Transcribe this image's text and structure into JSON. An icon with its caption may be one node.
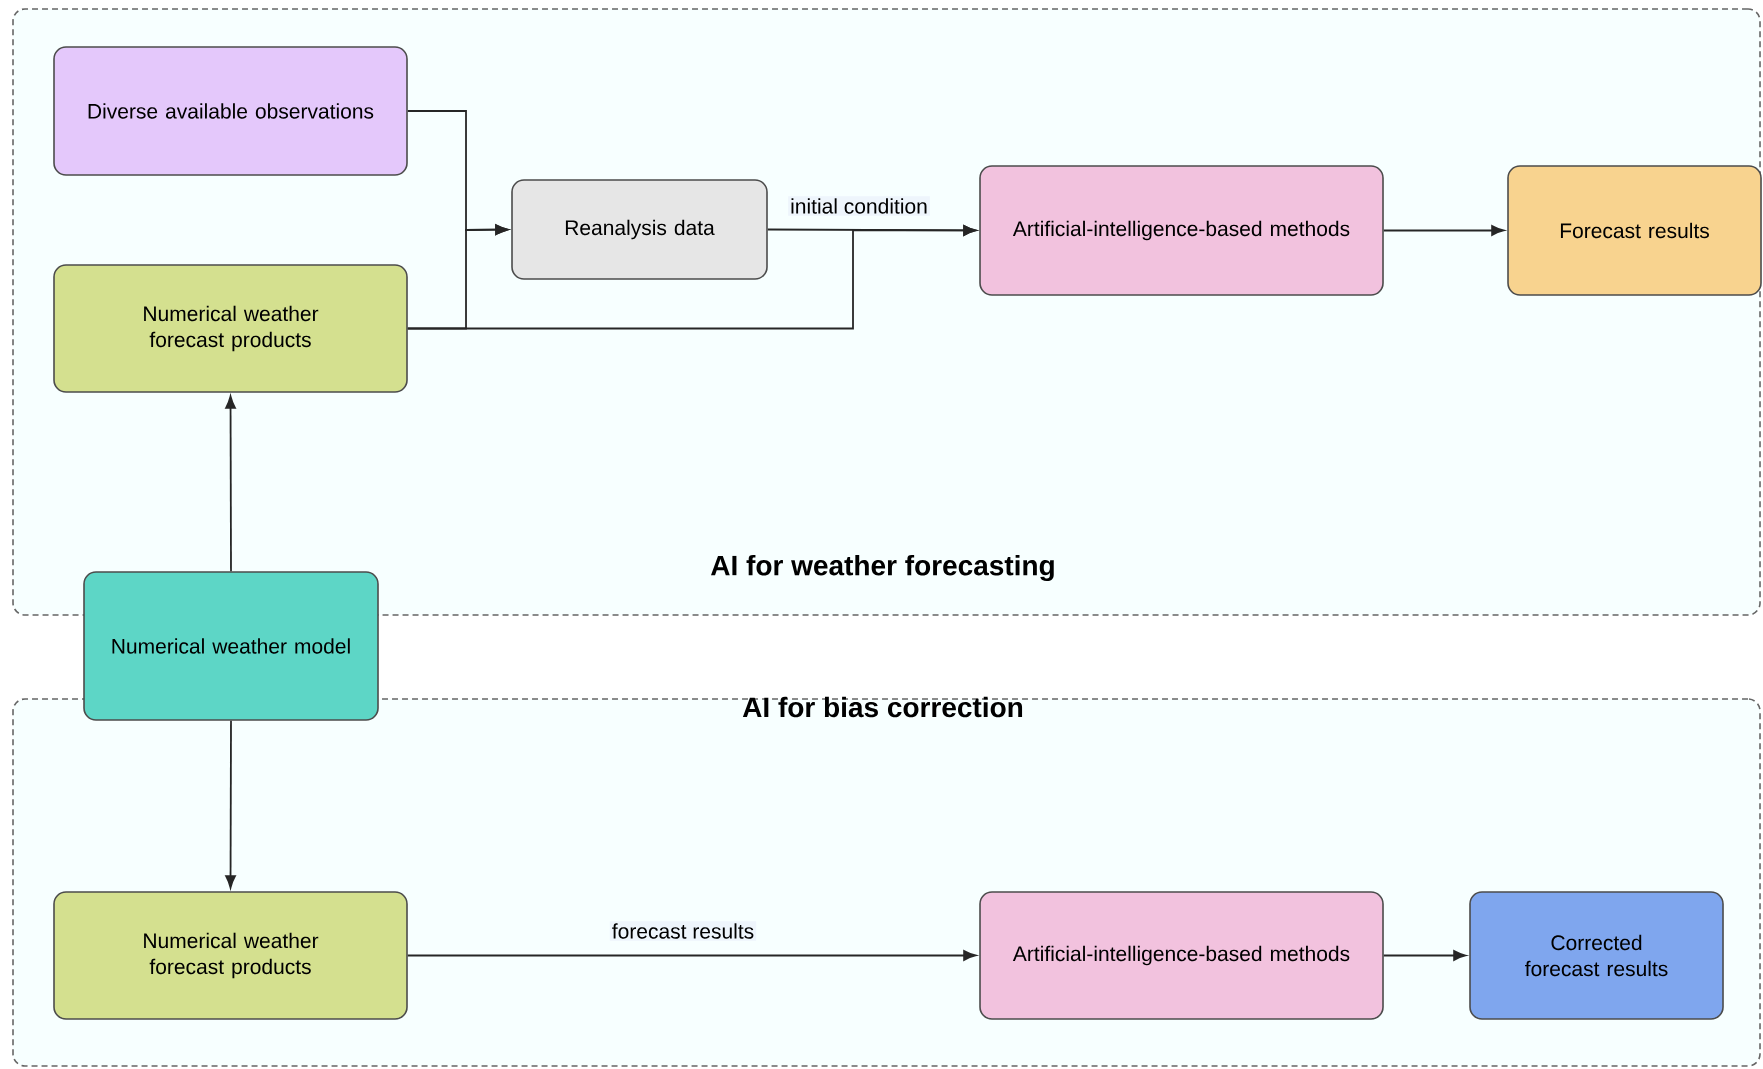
{
  "diagram": {
    "nodes": [
      {
        "text": [
          "AI for weather forecasting"
        ]
      },
      {
        "text": [
          "AI for bias correction"
        ]
      },
      {
        "text": [
          "Diverse available observations"
        ],
        "in": 0
      },
      {
        "text": [
          "Reanalysis data"
        ],
        "in": 0
      },
      {
        "text": [
          "Artificial-intelligence-based methods"
        ],
        "in": 0
      },
      {
        "text": [
          "Forecast results"
        ],
        "in": 0
      },
      {
        "text": [
          "Numerical weather forecast products"
        ],
        "in": 0
      },
      {
        "text": [
          "Numerical weather model"
        ]
      },
      {
        "text": [
          "Numerical weather forecast products"
        ],
        "in": 1
      },
      {
        "text": [
          "Artificial-intelligence-based methods"
        ],
        "in": 1
      },
      {
        "text": [
          "Corrected forecast results"
        ],
        "in": 1
      }
    ],
    "edges": [
      {
        "from": 2,
        "to": 3,
        "arrow": "to"
      },
      {
        "from": 6,
        "to": 3,
        "arrow": "to"
      },
      {
        "from": 3,
        "to": 4,
        "label": "initial condition",
        "arrow": "to"
      },
      {
        "from": 6,
        "to": 4,
        "arrow": "to"
      },
      {
        "from": 4,
        "to": 5,
        "arrow": "to"
      },
      {
        "from": 7,
        "to": 6,
        "arrow": "to"
      },
      {
        "from": 7,
        "to": 8,
        "arrow": "to"
      },
      {
        "from": 8,
        "to": 9,
        "label": "forecast results",
        "arrow": "to"
      },
      {
        "from": 9,
        "to": 10,
        "arrow": "to"
      }
    ]
  }
}
